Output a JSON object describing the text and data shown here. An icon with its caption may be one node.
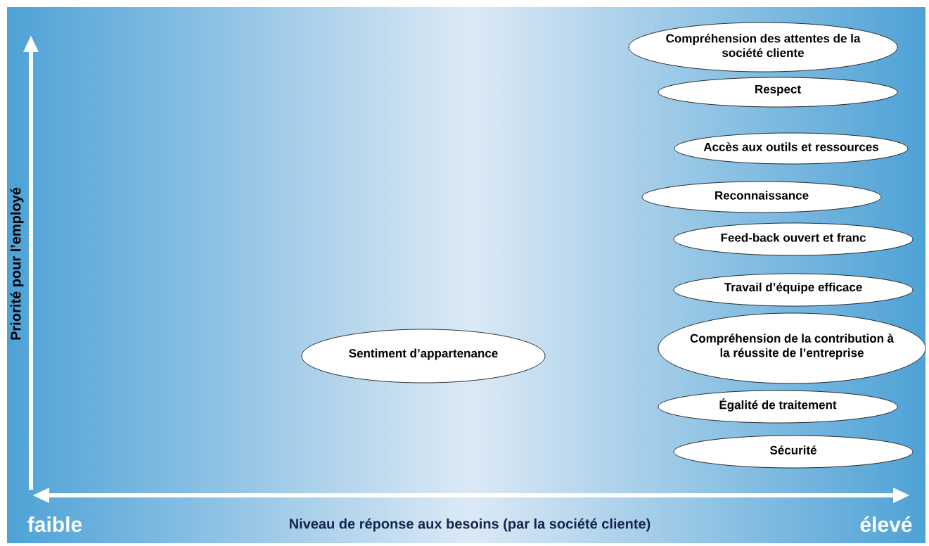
{
  "diagram": {
    "nodes": [
      {
        "text": [
          "Compréhension des attentes de la société cliente"
        ]
      },
      {
        "text": [
          "Respect"
        ]
      },
      {
        "text": [
          "Accès aux outils et ressources"
        ]
      },
      {
        "text": [
          "Reconnaissance"
        ]
      },
      {
        "text": [
          "Feed-back ouvert et franc"
        ]
      },
      {
        "text": [
          "Travail d’équipe efficace"
        ]
      },
      {
        "text": [
          "Compréhension de la contribution à la réussite de l’entreprise"
        ]
      },
      {
        "text": [
          "Égalité de traitement"
        ]
      },
      {
        "text": [
          "Sécurité"
        ]
      },
      {
        "text": [
          "Sentiment d’appartenance"
        ]
      }
    ],
    "labels": [
      "Priorité pour l’employé",
      "faible",
      "Niveau de réponse aux besoins (par la société cliente)",
      "élevé"
    ]
  }
}
